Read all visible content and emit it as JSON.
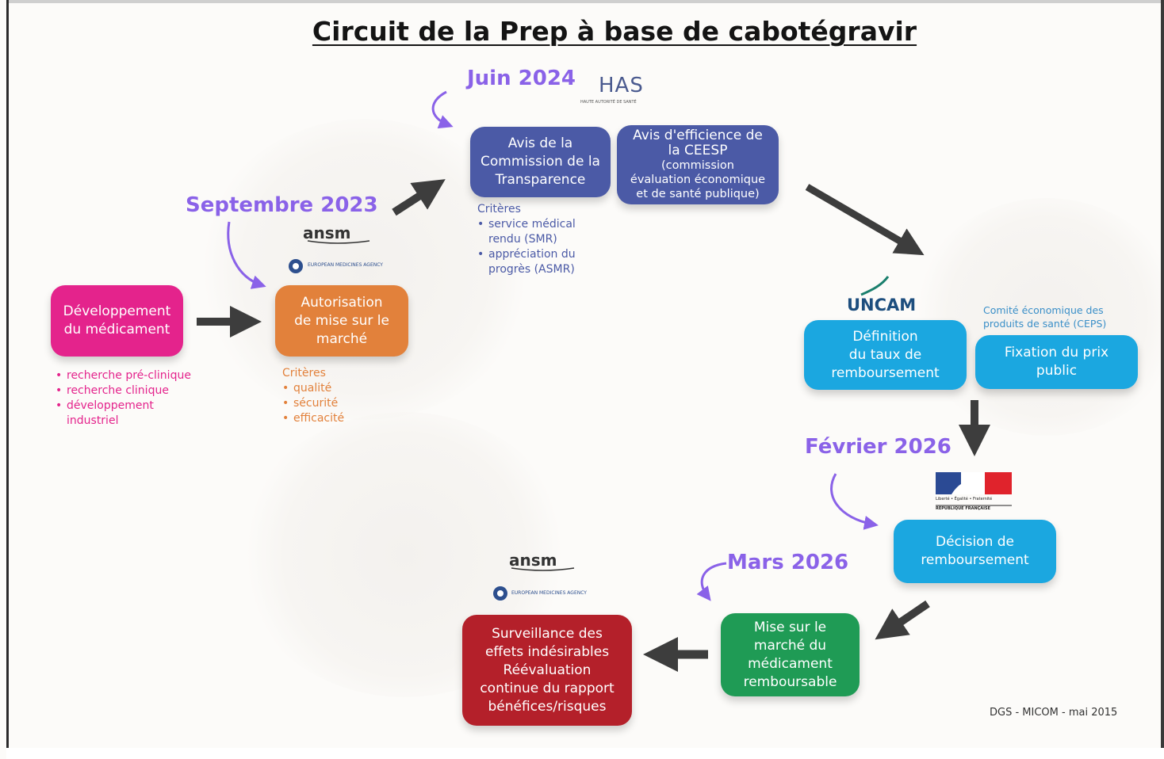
{
  "title": "Circuit de la Prep à base de cabotégravir",
  "source": "DGS - MICOM - mai 2015",
  "colors": {
    "purple_date": "#8a62e8",
    "pink": "#e4238c",
    "orange": "#e2813b",
    "indigo": "#4b5aa6",
    "cyan": "#1ba7e0",
    "green": "#1f9b55",
    "red": "#b4202a",
    "arrow": "#3d3d3d"
  },
  "dates": {
    "juin": "Juin 2024",
    "septembre": "Septembre 2023",
    "fevrier": "Février 2026",
    "mars": "Mars 2026"
  },
  "logos": {
    "has": "HAS",
    "has_sub": "HAUTE AUTORITÉ DE SANTÉ",
    "ansm": "ansm",
    "ema": "EUROPEAN MEDICINES AGENCY",
    "uncam": "UNCAM",
    "ceps": "Comité économique des produits de santé (CEPS)",
    "rf_motto": "Liberté • Égalité • Fraternité",
    "rf": "RÉPUBLIQUE FRANÇAISE"
  },
  "boxes": {
    "developpement": "Développement\ndu médicament",
    "amm": "Autorisation\nde mise sur le\nmarché",
    "avis_ct": "Avis de la\nCommission de la\nTransparence",
    "avis_ceesp_main": "Avis d'efficience de\nla CEESP",
    "avis_ceesp_sub": "(commission\névaluation économique\net de santé publique)",
    "definition": "Définition\ndu taux de\nremboursement",
    "fixation": "Fixation du prix\npublic",
    "decision": "Décision de\nremboursement",
    "mise_marche": "Mise sur le\nmarché du\nmédicament\nremboursable",
    "surveillance": "Surveillance des\neffets indésirables\nRéévaluation\ncontinue du rapport\nbénéfices/risques"
  },
  "criteria": {
    "dev": [
      "recherche pré-clinique",
      "recherche clinique",
      "développement\nindustriel"
    ],
    "amm_title": "Critères",
    "amm": [
      "qualité",
      "sécurité",
      "efficacité"
    ],
    "ct_title": "Critères",
    "ct": [
      "service médical\nrendu (SMR)",
      "appréciation du\nprogrès (ASMR)"
    ]
  },
  "icons": [
    "arrow-right-icon",
    "curved-arrow-icon",
    "has-logo-icon",
    "ansm-logo-icon",
    "ema-logo-icon",
    "uncam-logo-icon",
    "marianne-logo-icon"
  ]
}
